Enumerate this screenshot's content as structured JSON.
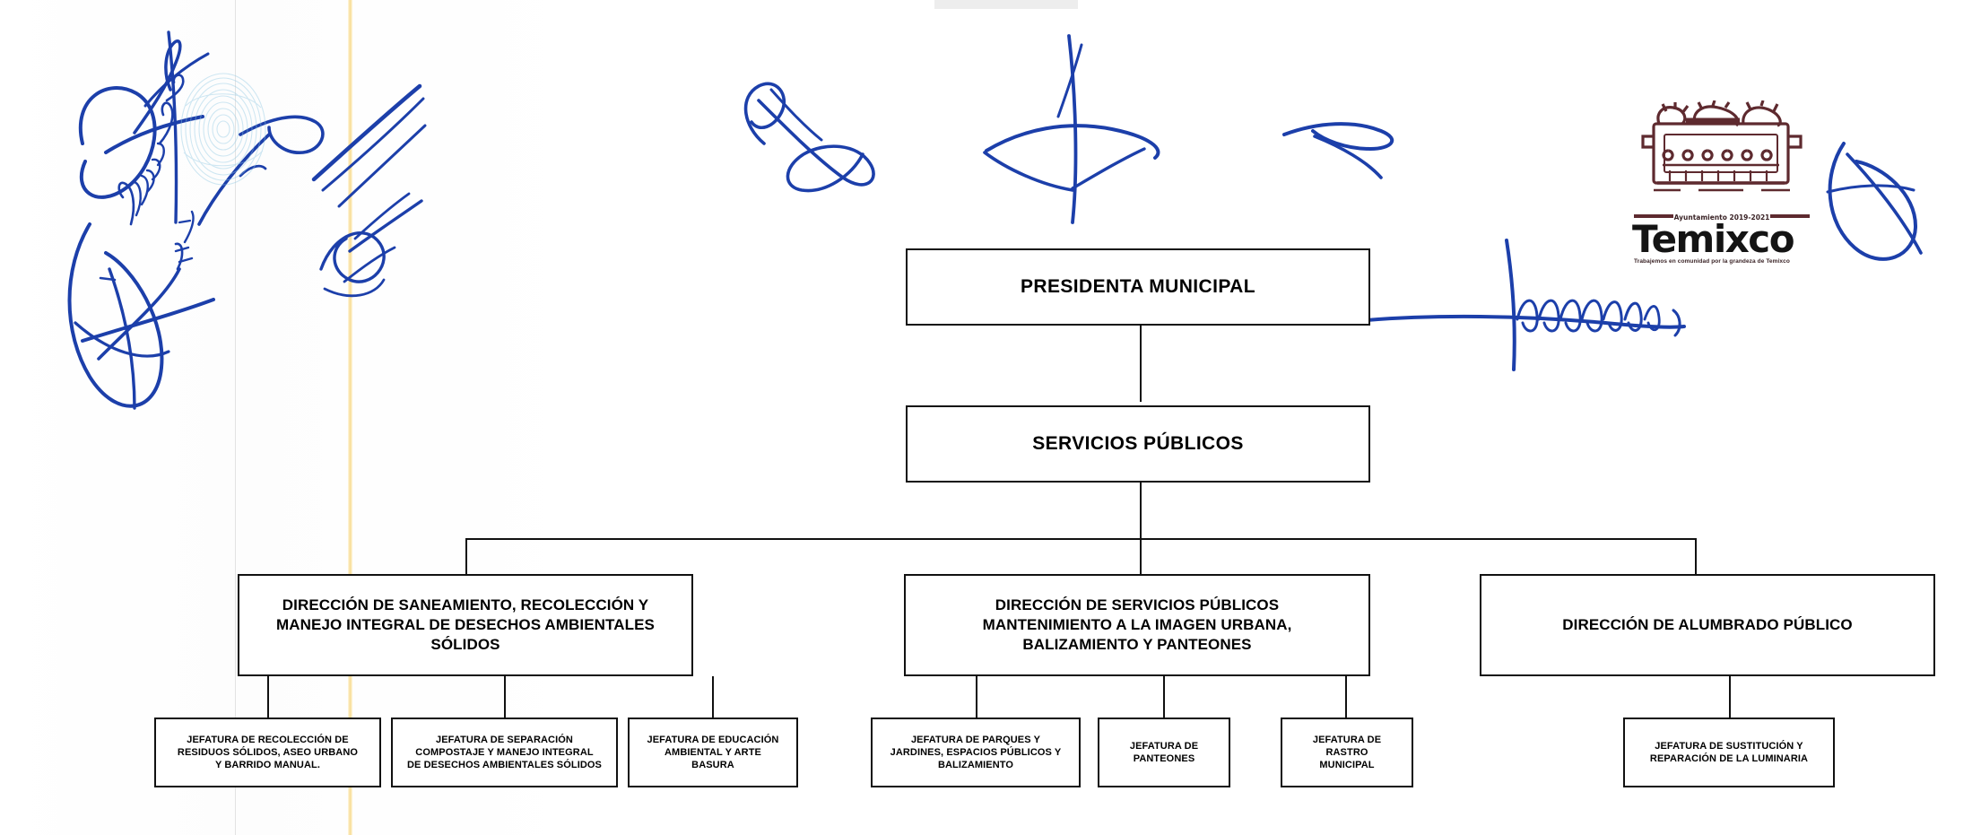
{
  "document": {
    "type": "organigrama",
    "entity": "Ayuntamiento de Temixco",
    "logo": {
      "wordmark": "Temixco",
      "period": "Ayuntamiento 2019-2021",
      "tagline": "Trabajemos en comunidad por la grandeza de Temixco",
      "glyph_name": "temixco-aztec-glyph",
      "glyph_color": "#5e2a2f",
      "wordmark_color": "#141414"
    }
  },
  "chart": {
    "level1": {
      "id": "presidenta-municipal",
      "label": "PRESIDENTA MUNICIPAL"
    },
    "level2": {
      "id": "servicios-publicos",
      "label": "SERVICIOS PÚBLICOS"
    },
    "directions": [
      {
        "id": "direccion-saneamiento",
        "label": "DIRECCIÓN DE SANEAMIENTO, RECOLECCIÓN Y\nMANEJO INTEGRAL DE DESECHOS AMBIENTALES\nSÓLIDOS",
        "jefaturas": [
          {
            "id": "jefatura-recoleccion-residuos",
            "label": "JEFATURA DE RECOLECCIÓN DE\nRESIDUOS SÓLIDOS, ASEO URBANO\nY BARRIDO  MANUAL."
          },
          {
            "id": "jefatura-separacion-compostaje",
            "label": "JEFATURA DE SEPARACIÓN\nCOMPOSTAJE Y MANEJO INTEGRAL\nDE DESECHOS AMBIENTALES SÓLIDOS"
          },
          {
            "id": "jefatura-educacion-ambiental",
            "label": "JEFATURA DE EDUCACIÓN\nAMBIENTAL Y ARTE\nBASURA"
          }
        ]
      },
      {
        "id": "direccion-servicios-publicos",
        "label": "DIRECCIÓN DE SERVICIOS PÚBLICOS\nMANTENIMIENTO A LA IMAGEN URBANA,\nBALIZAMIENTO Y PANTEONES",
        "jefaturas": [
          {
            "id": "jefatura-parques-jardines",
            "label": "JEFATURA DE PARQUES Y\nJARDINES, ESPACIOS PÚBLICOS Y\nBALIZAMIENTO"
          },
          {
            "id": "jefatura-panteones",
            "label": "JEFATURA DE\nPANTEONES"
          },
          {
            "id": "jefatura-rastro-municipal",
            "label": "JEFATURA DE\nRASTRO\nMUNICIPAL"
          }
        ]
      },
      {
        "id": "direccion-alumbrado-publico",
        "label": "DIRECCIÓN DE ALUMBRADO PÚBLICO",
        "jefaturas": [
          {
            "id": "jefatura-sustitucion-luminaria",
            "label": "JEFATURA DE SUSTITUCIÓN Y\nREPARACIÓN DE LA LUMINARIA"
          }
        ]
      }
    ]
  },
  "annotations": {
    "ink_color": "#1c3faa",
    "fingerprint_color": "#a8d4e8",
    "signature_count": 8,
    "signature_names": [
      "signature-left-upper",
      "signature-left-lower",
      "signature-left-initials",
      "signature-mid-left",
      "signature-center-loop",
      "signature-center-cross",
      "signature-arrow-mark",
      "signature-right-rubric",
      "signature-far-right"
    ]
  }
}
